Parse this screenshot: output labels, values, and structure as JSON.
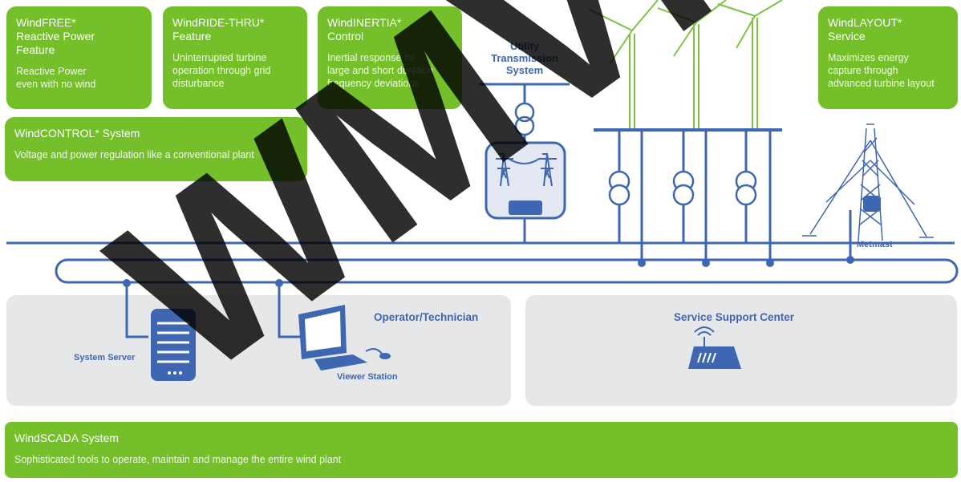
{
  "cards": {
    "windfree": {
      "title": "WindFREE*\nReactive Power\nFeature",
      "desc": "Reactive Power\neven with no wind"
    },
    "windride": {
      "title": "WindRIDE-THRU*\nFeature",
      "desc": "Uninterrupted turbine\noperation through grid\ndisturbance"
    },
    "windinertia": {
      "title": "WindINERTIA*\nControl",
      "desc": "Inertial response for\nlarge and short duration\nfrequency deviations"
    },
    "windlayout": {
      "title": "WindLAYOUT*\nService",
      "desc": "Maximizes energy\ncapture through\nadvanced turbine layout"
    },
    "windcontrol": {
      "title": "WindCONTROL* System",
      "desc": "Voltage and power regulation like a  conventional plant"
    },
    "windscada": {
      "title": "WindSCADA System",
      "desc": "Sophisticated tools to operate, maintain and manage the entire wind plant"
    }
  },
  "labels": {
    "utility": "Utility\nTransmission\nSystem",
    "metmast": "Metmast",
    "operator": "Operator/Technician",
    "service_center": "Service Support Center",
    "system_server": "System Server",
    "viewer_station": "Viewer Station"
  },
  "watermark": "WMVP",
  "colors": {
    "green": "#74bf2a",
    "blue": "#3f66b0",
    "panel": "#e6e7e9",
    "turbine_green": "#7dc242"
  }
}
